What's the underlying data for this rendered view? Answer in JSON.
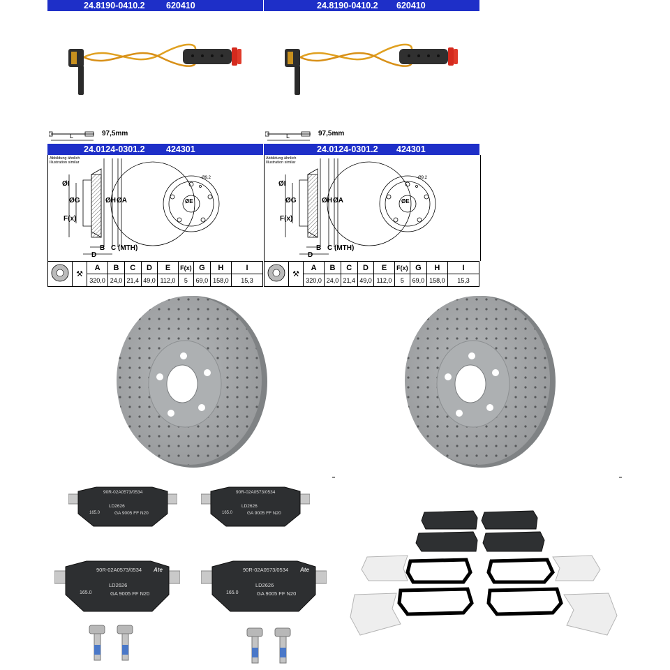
{
  "sensor_header": {
    "left_part_no": "24.8190-0410.2",
    "left_code": "620410",
    "right_part_no": "24.8190-0410.2",
    "right_code": "620410"
  },
  "sensor_dimension": {
    "label": "L",
    "length": "97,5mm"
  },
  "disc_header": {
    "left_part_no": "24.0124-0301.2",
    "left_code": "424301",
    "right_part_no": "24.0124-0301.2",
    "right_code": "424301"
  },
  "illustration_note": {
    "line1": "Abbildung ähnlich",
    "line2": "Illustration similar"
  },
  "disc_drawing_labels": {
    "i": "ØI",
    "g": "ØG",
    "f": "F(x)",
    "h": "ØH",
    "a": "ØA",
    "b": "B",
    "c": "C (MTH)",
    "d": "D",
    "e": "ØE",
    "hole": "Ø9,2"
  },
  "spec_table": {
    "headers": [
      "A",
      "B",
      "C",
      "D",
      "E",
      "F(x)",
      "G",
      "H",
      "I"
    ],
    "values": [
      "320,0",
      "24,0",
      "21,4",
      "49,0",
      "112,0",
      "5",
      "69,0",
      "158,0",
      "15,3"
    ]
  },
  "pad_markings": {
    "approval": "90R-02A0573/0534",
    "ld": "LD2626",
    "line": "GA 9005 FF N20",
    "num": "165.0",
    "brand": "Ate"
  },
  "colors": {
    "header_blue": "#1e2fc8",
    "disc_grey": "#a9acae",
    "wire_orange": "#e0a020",
    "sensor_red": "#d42a1e"
  }
}
